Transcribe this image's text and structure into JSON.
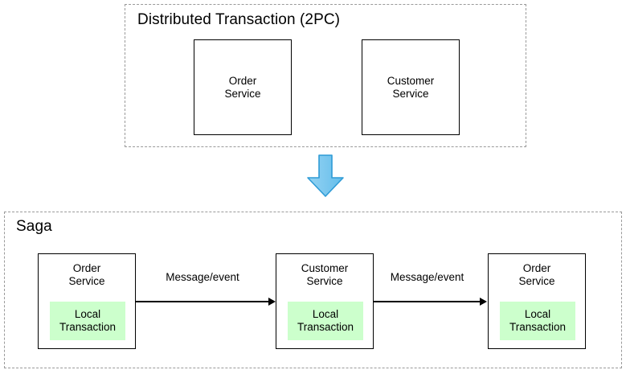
{
  "diagram": {
    "title_top": "Distributed Transaction (2PC)",
    "title_bottom": "Saga",
    "colors": {
      "local_transaction_fill": "#ccffcc",
      "arrow_fill": "#7fc9ef",
      "arrow_stroke": "#2e9bd6",
      "box_stroke": "#000000",
      "group_stroke": "#9a9a9a"
    },
    "top_group": {
      "label": "Distributed Transaction (2PC)",
      "boxes": [
        {
          "name": "Order\nService"
        },
        {
          "name": "Customer\nService"
        }
      ]
    },
    "transition_arrow": {
      "direction": "down",
      "semantic": "down-arrow-icon"
    },
    "bottom_group": {
      "label": "Saga",
      "boxes": [
        {
          "name": "Order\nService",
          "local_transaction": "Local\nTransaction"
        },
        {
          "name": "Customer\nService",
          "local_transaction": "Local\nTransaction"
        },
        {
          "name": "Order\nService",
          "local_transaction": "Local\nTransaction"
        }
      ],
      "connectors": [
        {
          "label": "Message/event"
        },
        {
          "label": "Message/event"
        }
      ]
    }
  }
}
